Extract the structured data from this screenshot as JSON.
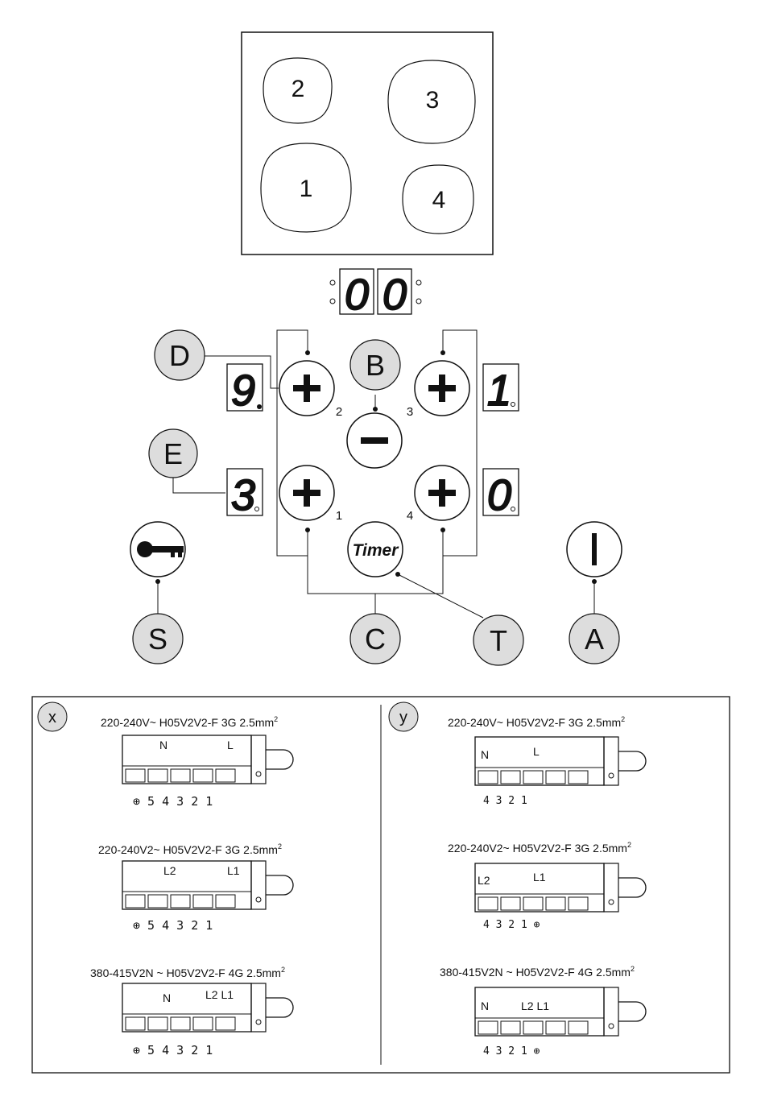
{
  "hob": {
    "zones": [
      {
        "label": "2"
      },
      {
        "label": "3"
      },
      {
        "label": "1"
      },
      {
        "label": "4"
      }
    ]
  },
  "timer_display": {
    "digit1": "0",
    "digit2": "0"
  },
  "callouts": {
    "D": "D",
    "B": "B",
    "E": "E",
    "S": "S",
    "C": "C",
    "T": "T",
    "A": "A"
  },
  "zone_displays": {
    "zone2": "9",
    "zone3": "1",
    "zone1": "3",
    "zone4": "0"
  },
  "button_numbers": {
    "n2": "2",
    "n3": "3",
    "n1": "1",
    "n4": "4"
  },
  "buttons": {
    "timer_label": "Timer"
  },
  "wiring": {
    "panel_x": "x",
    "panel_y": "y",
    "x": [
      {
        "title": "220-240V~ H05V2V2-F 3G 2.5mm",
        "sup": "2",
        "labels": [
          "N",
          "L"
        ],
        "terminals": "⊕ 5 4 3 2 1"
      },
      {
        "title": "220-240V2~ H05V2V2-F 3G 2.5mm",
        "sup": "2",
        "labels": [
          "L2",
          "L1"
        ],
        "terminals": "⊕ 5 4 3 2 1"
      },
      {
        "title": "380-415V2N ~ H05V2V2-F 4G 2.5mm",
        "sup": "2",
        "labels": [
          "N",
          "L2 L1"
        ],
        "terminals": "⊕ 5 4 3 2 1"
      }
    ],
    "y": [
      {
        "title": "220-240V~ H05V2V2-F 3G 2.5mm",
        "sup": "2",
        "labels": [
          "N",
          "L"
        ],
        "terminals": "4 3 2 1"
      },
      {
        "title": "220-240V2~ H05V2V2-F 3G 2.5mm",
        "sup": "2",
        "labels": [
          "L2",
          "L1"
        ],
        "terminals": "4 3 2 1 ⊕"
      },
      {
        "title": "380-415V2N ~ H05V2V2-F 4G 2.5mm",
        "sup": "2",
        "labels": [
          "N",
          "L2 L1"
        ],
        "terminals": "4 3 2 1 ⊕"
      }
    ]
  }
}
